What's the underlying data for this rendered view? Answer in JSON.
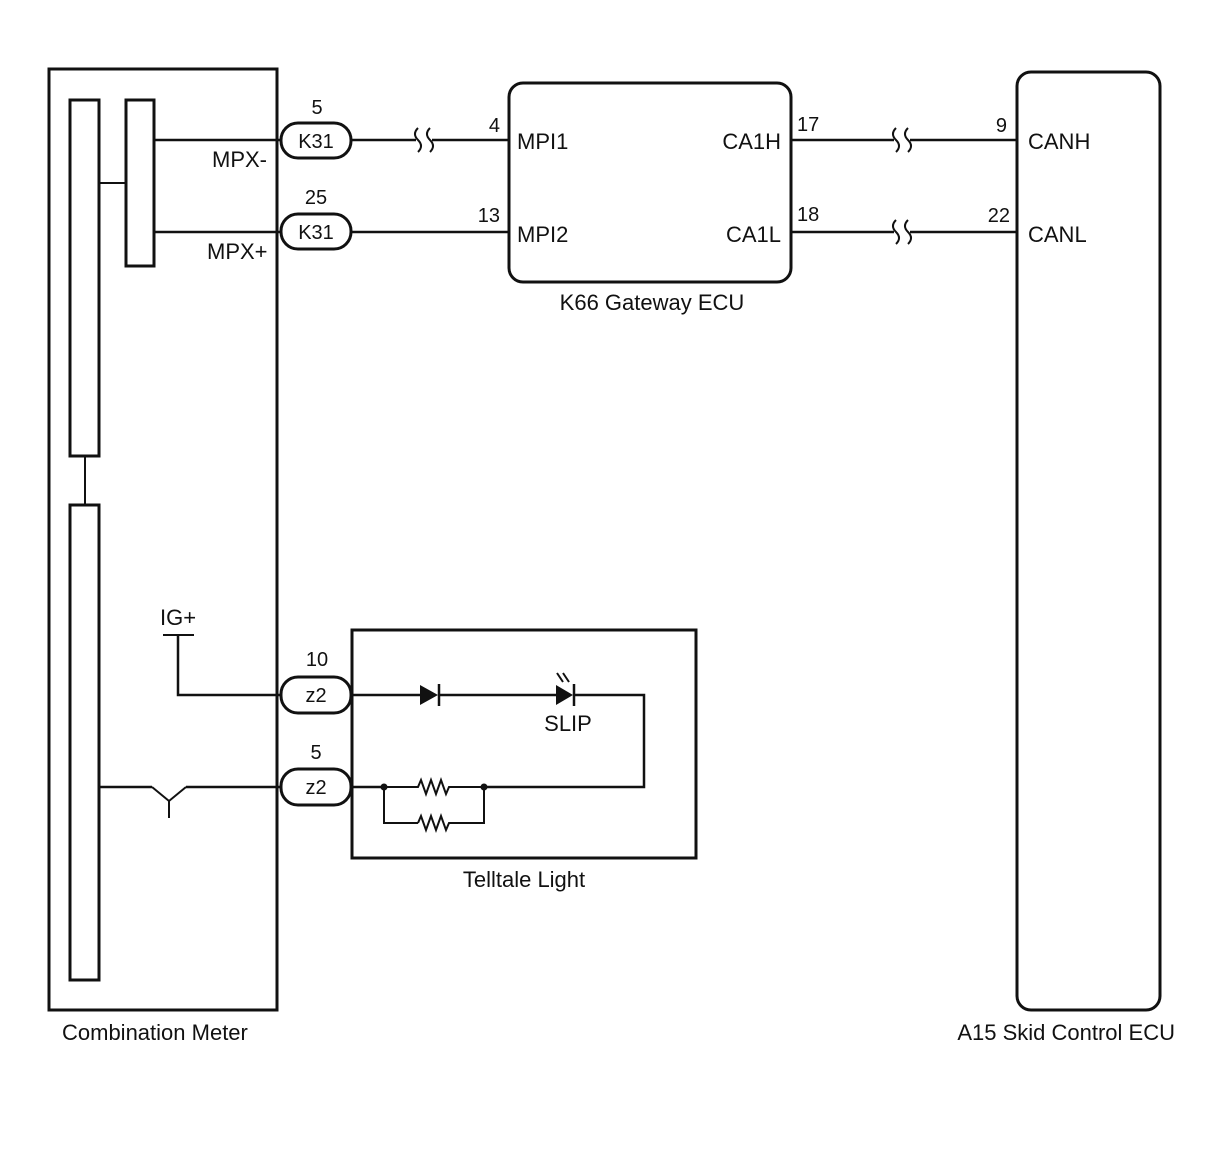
{
  "components": {
    "combination_meter": {
      "label": "Combination Meter"
    },
    "gateway_ecu": {
      "label": "K66  Gateway ECU"
    },
    "skid_control_ecu": {
      "label": "A15  Skid Control ECU"
    },
    "telltale_light": {
      "label": "Telltale Light"
    }
  },
  "terminals": {
    "mpx_minus": "MPX-",
    "mpx_plus": "MPX+",
    "ig_plus": "IG+",
    "mpi1": "MPI1",
    "mpi2": "MPI2",
    "ca1h": "CA1H",
    "ca1l": "CA1L",
    "canh": "CANH",
    "canl": "CANL",
    "slip": "SLIP"
  },
  "connectors": {
    "k31_upper": {
      "name": "K31",
      "pin": "5"
    },
    "k31_lower": {
      "name": "K31",
      "pin": "25"
    },
    "z2_upper": {
      "name": "z2",
      "pin": "10"
    },
    "z2_lower": {
      "name": "z2",
      "pin": "5"
    }
  },
  "pins": {
    "mpi1": "4",
    "mpi2": "13",
    "ca1h": "17",
    "ca1l": "18",
    "canh": "9",
    "canl": "22"
  },
  "icons": [
    "diode-icon",
    "led-icon",
    "resistor-icon",
    "ground-symbol-icon",
    "wire-break-icon"
  ]
}
